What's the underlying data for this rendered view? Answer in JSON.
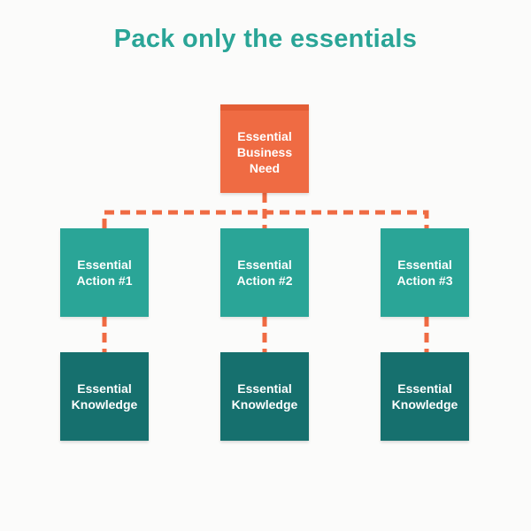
{
  "title": "Pack only the essentials",
  "colors": {
    "title": "#2aa597",
    "need": "#ef6b43",
    "action": "#2aa597",
    "knowledge": "#16706e",
    "connector": "#ef6b43"
  },
  "root": {
    "label": "Essential Business Need"
  },
  "actions": [
    {
      "label": "Essential Action #1"
    },
    {
      "label": "Essential Action #2"
    },
    {
      "label": "Essential Action #3"
    }
  ],
  "knowledge": [
    {
      "label": "Essential Knowledge"
    },
    {
      "label": "Essential Knowledge"
    },
    {
      "label": "Essential Knowledge"
    }
  ]
}
